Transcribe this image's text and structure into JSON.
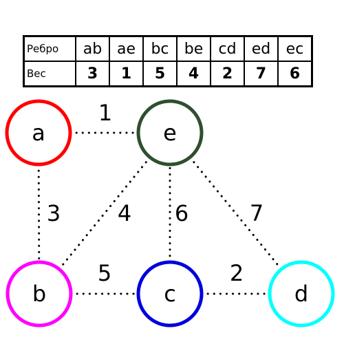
{
  "table": {
    "edge_row_label": "Ребро",
    "weight_row_label": "Вес",
    "edges": [
      "ab",
      "ae",
      "bc",
      "be",
      "cd",
      "ed",
      "ec"
    ],
    "weights": [
      "3",
      "1",
      "5",
      "4",
      "2",
      "7",
      "6"
    ]
  },
  "graph": {
    "nodes": [
      {
        "id": "a",
        "label": "a",
        "color": "#ff0000"
      },
      {
        "id": "e",
        "label": "e",
        "color": "#2f4f2f"
      },
      {
        "id": "b",
        "label": "b",
        "color": "#ff00ff"
      },
      {
        "id": "c",
        "label": "c",
        "color": "#0000dd"
      },
      {
        "id": "d",
        "label": "d",
        "color": "#00ffff"
      }
    ],
    "edges": [
      {
        "from": "a",
        "to": "e",
        "weight": "1"
      },
      {
        "from": "a",
        "to": "b",
        "weight": "3"
      },
      {
        "from": "b",
        "to": "e",
        "weight": "4"
      },
      {
        "from": "c",
        "to": "e",
        "weight": "6"
      },
      {
        "from": "e",
        "to": "d",
        "weight": "7"
      },
      {
        "from": "b",
        "to": "c",
        "weight": "5"
      },
      {
        "from": "c",
        "to": "d",
        "weight": "2"
      }
    ]
  }
}
